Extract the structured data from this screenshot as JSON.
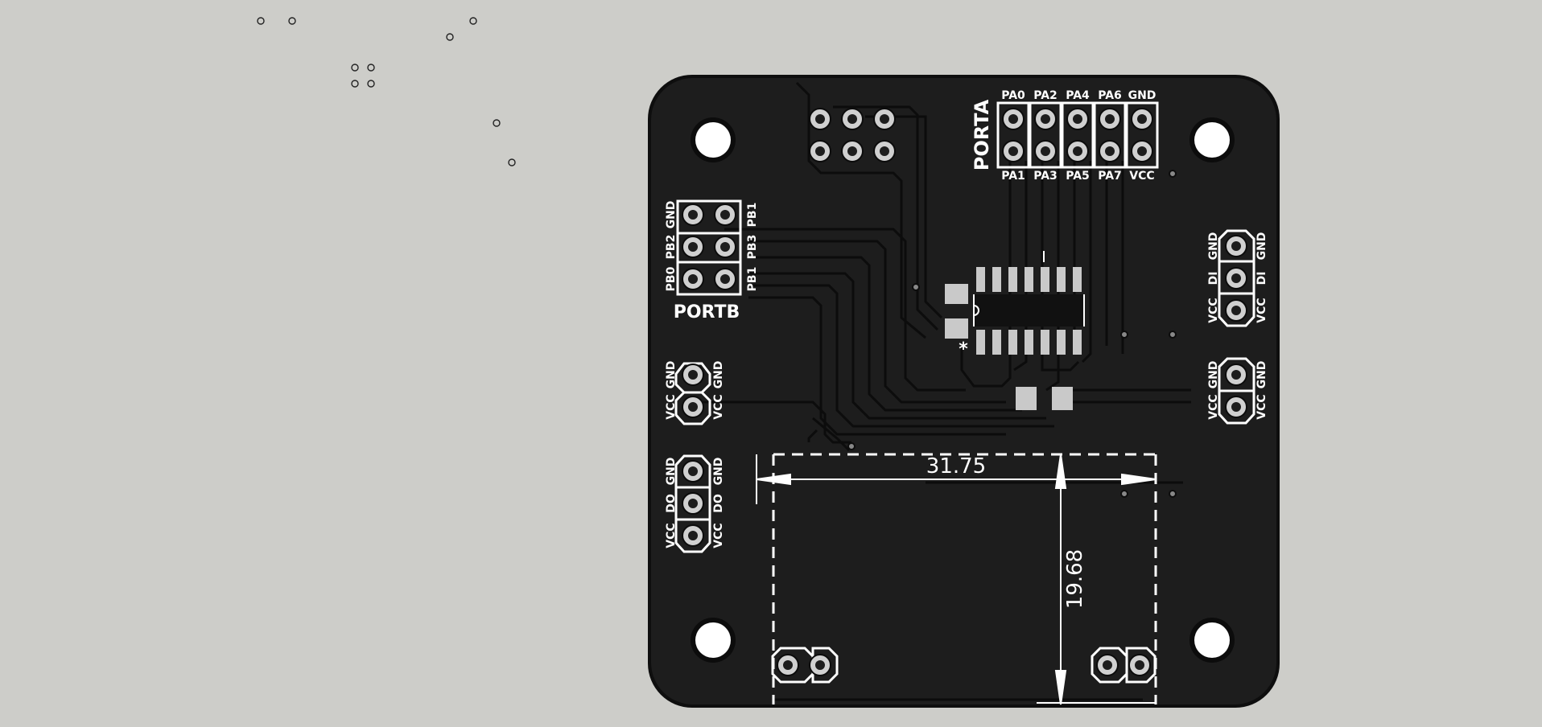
{
  "viewport": {
    "background": "#cdcdc9"
  },
  "board": {
    "color": "#1d1d1d",
    "edge_color": "#0d0d0d",
    "silk_color": "#ffffff",
    "pad_color": "#c9c9c9"
  },
  "labels": {
    "porta_title": "PORTA",
    "portb_title": "PORTB",
    "porta_top": [
      "PA0",
      "PA2",
      "PA4",
      "PA6",
      "GND"
    ],
    "porta_bottom": [
      "PA1",
      "PA3",
      "PA5",
      "PA7",
      "VCC"
    ],
    "portb_left": [
      "GND PB2 PB0"
    ],
    "portb_left_pins": [
      "GND",
      "PB2",
      "PB0"
    ],
    "portb_right_pins": [
      "PB1",
      "PB3",
      "PB1"
    ],
    "right_top_pins": [
      "GND",
      "DI",
      "VCC"
    ],
    "right_mid_pins": [
      "GND",
      "VCC"
    ],
    "left_mid_pins": [
      "GND",
      "VCC"
    ],
    "left_bottom_pins": [
      "GND",
      "DO",
      "VCC"
    ],
    "ic_marker": "*"
  },
  "dimensions": {
    "width_label": "31.75",
    "height_label": "19.68"
  }
}
